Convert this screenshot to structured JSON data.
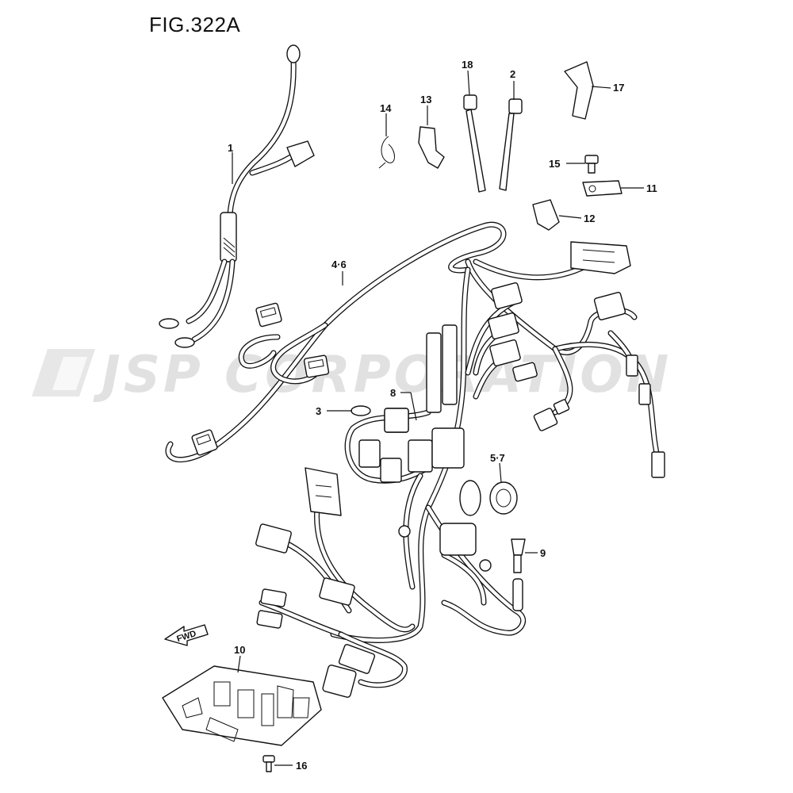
{
  "figure": {
    "title": "FIG.322A",
    "watermark": "JSP CORPORATION",
    "direction_label": "FWD"
  },
  "callouts": [
    {
      "id": "c1",
      "text": "1"
    },
    {
      "id": "c2",
      "text": "2"
    },
    {
      "id": "c3",
      "text": "3"
    },
    {
      "id": "c46",
      "text": "4·6"
    },
    {
      "id": "c57",
      "text": "5·7"
    },
    {
      "id": "c8",
      "text": "8"
    },
    {
      "id": "c9",
      "text": "9"
    },
    {
      "id": "c10",
      "text": "10"
    },
    {
      "id": "c11",
      "text": "11"
    },
    {
      "id": "c12",
      "text": "12"
    },
    {
      "id": "c13",
      "text": "13"
    },
    {
      "id": "c14",
      "text": "14"
    },
    {
      "id": "c15",
      "text": "15"
    },
    {
      "id": "c16",
      "text": "16"
    },
    {
      "id": "c17",
      "text": "17"
    },
    {
      "id": "c18",
      "text": "18"
    }
  ],
  "colors": {
    "line": "#111111",
    "background": "#ffffff",
    "watermark": "#c9c9c9"
  }
}
